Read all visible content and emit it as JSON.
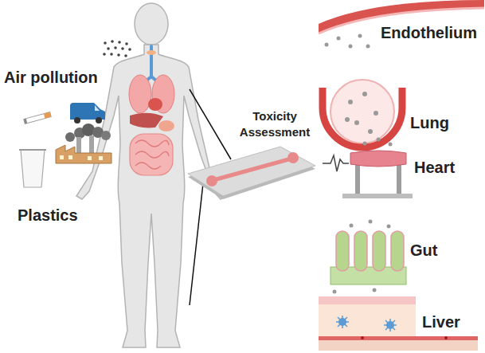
{
  "diagram": {
    "nodes": [
      {
        "text": [
          "Toxicity Assessment"
        ]
      }
    ],
    "labels": [
      "Air pollution",
      "Plastics",
      "Endothelium",
      "Lung",
      "Heart",
      "Gut",
      "Liver"
    ]
  }
}
